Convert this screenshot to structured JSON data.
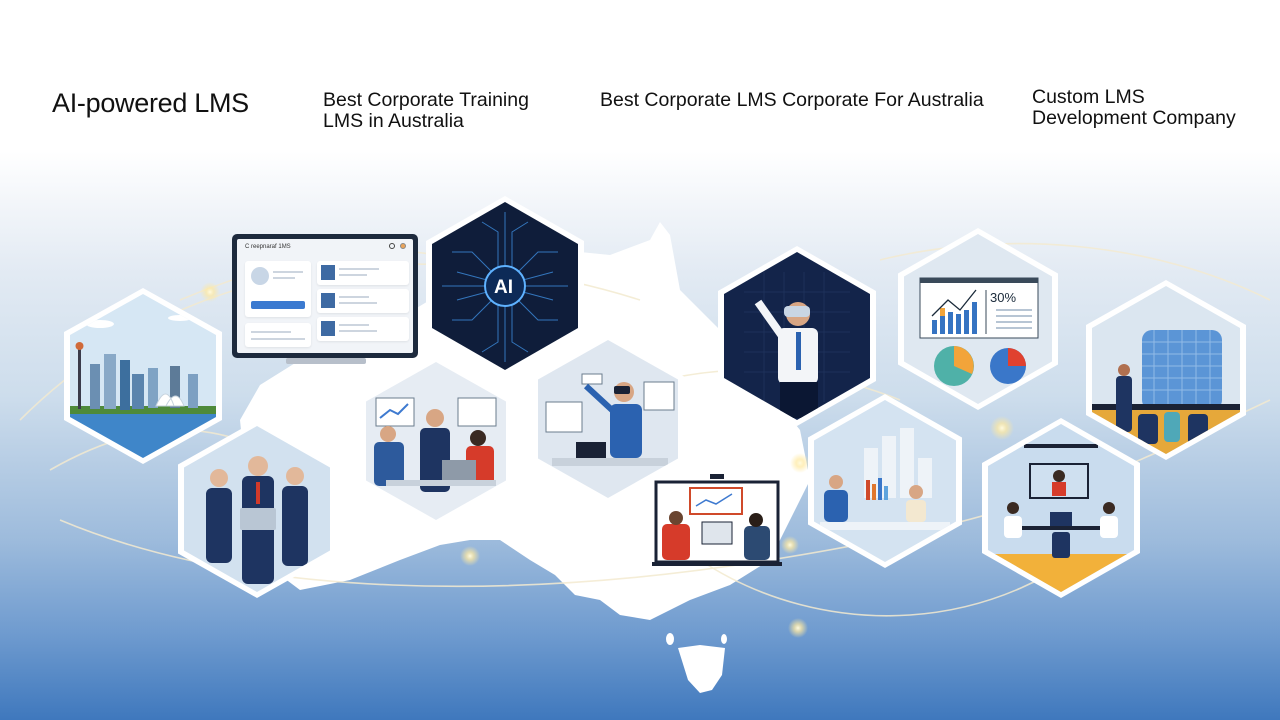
{
  "headlines": [
    {
      "text": "AI-powered LMS"
    },
    {
      "text": "Best Corporate Training LMS in Australia"
    },
    {
      "text": "Best Corporate LMS Corporate For Australia"
    },
    {
      "text": "Custom LMS Development Company"
    }
  ],
  "headline_lines": {
    "h2_line1": "Best Corporate Training",
    "h2_line2": "LMS in Australia",
    "h4_line1": "Custom LMS",
    "h4_line2": "Development Company"
  },
  "tiles": {
    "monitor_title": "C reepnaraf 1MS",
    "ai_label": "AI",
    "analytics_percent": "30%"
  },
  "colors": {
    "navy": "#15264a",
    "brand_blue": "#3b7ad0",
    "accent_orange": "#f2a43a",
    "accent_red": "#e0412f",
    "teal": "#4fb1a8",
    "bg_bottom": "#3f78bd"
  }
}
